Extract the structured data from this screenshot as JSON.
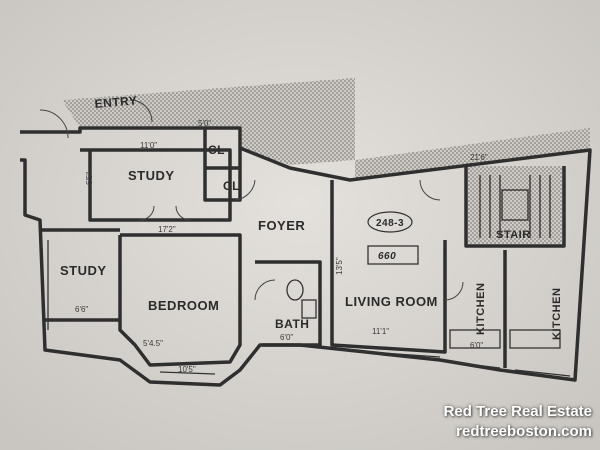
{
  "rooms": {
    "entry": "ENTRY",
    "study_top": "STUDY",
    "closet_1": "CL",
    "closet_2": "CL",
    "foyer": "FOYER",
    "study_left": "STUDY",
    "bedroom": "BEDROOM",
    "bath": "BATH",
    "living_room": "LIVING ROOM",
    "kitchen_1": "KITCHEN",
    "kitchen_2": "KITCHEN",
    "stair": "STAIR"
  },
  "unit_number": "248-3",
  "unit_area": "660",
  "dimensions": {
    "study_top_w": "11'0\"",
    "study_top_h": "6'5\"",
    "cl_top": "5'0\"",
    "bedroom_w": "17'2\"",
    "bedroom_bottom": "10'5\"",
    "bedroom_bay": "5'4.5\"",
    "study_left": "6'6\"",
    "living_w": "11'1\"",
    "living_h": "13'5\"",
    "kitchen": "6'0\"",
    "bath": "6'0\"",
    "stair": "21'6\""
  },
  "watermark": {
    "company": "Red Tree Real Estate",
    "url": "redtreeboston.com"
  }
}
